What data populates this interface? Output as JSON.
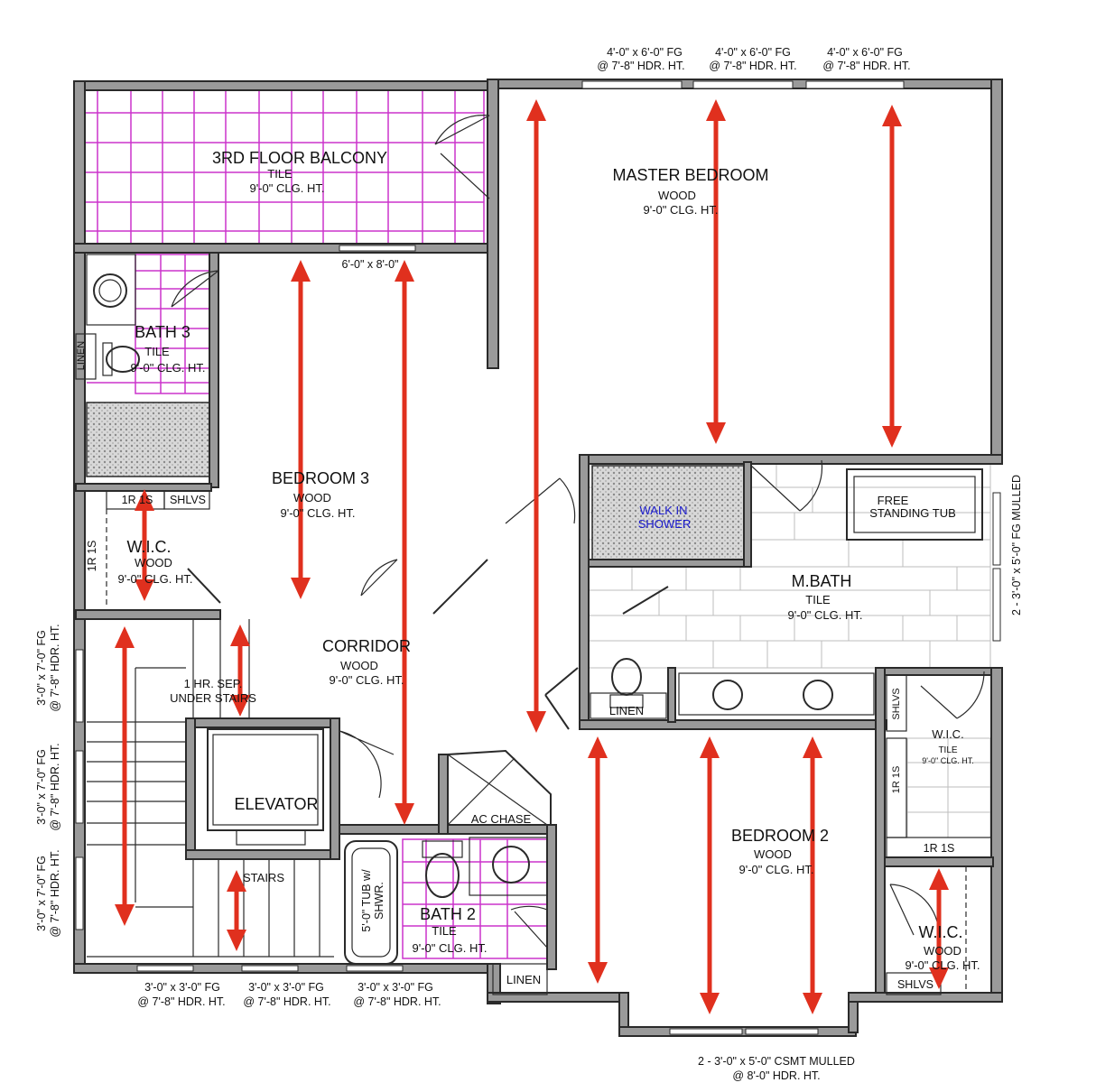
{
  "rooms": {
    "balcony": {
      "name": "3RD FLOOR BALCONY",
      "finish": "TILE",
      "ceiling": "9'-0\" CLG. HT."
    },
    "master": {
      "name": "MASTER BEDROOM",
      "finish": "WOOD",
      "ceiling": "9'-0\" CLG. HT."
    },
    "bath3": {
      "name": "BATH 3",
      "finish": "TILE",
      "ceiling": "9'-0\" CLG. HT."
    },
    "bedroom3": {
      "name": "BEDROOM 3",
      "finish": "WOOD",
      "ceiling": "9'-0\" CLG. HT."
    },
    "wic_left": {
      "name": "W.I.C.",
      "finish": "WOOD",
      "ceiling": "9'-0\" CLG. HT."
    },
    "corridor": {
      "name": "CORRIDOR",
      "finish": "WOOD",
      "ceiling": "9'-0\" CLG. HT."
    },
    "mbath": {
      "name": "M.BATH",
      "finish": "TILE",
      "ceiling": "9'-0\" CLG. HT."
    },
    "wic_mbath": {
      "name": "W.I.C.",
      "finish": "TILE",
      "ceiling": "9'-0\" CLG. HT."
    },
    "bedroom2": {
      "name": "BEDROOM 2",
      "finish": "WOOD",
      "ceiling": "9'-0\" CLG. HT."
    },
    "wic_br2": {
      "name": "W.I.C.",
      "finish": "WOOD",
      "ceiling": "9'-0\" CLG. HT."
    },
    "bath2": {
      "name": "BATH 2",
      "finish": "TILE",
      "ceiling": "9'-0\" CLG. HT."
    },
    "elevator": {
      "name": "ELEVATOR"
    }
  },
  "labels": {
    "linen_bath3": "LINEN",
    "shlvs_left": "SHLVS",
    "rs_left_top": "1R 1S",
    "rs_left_side": "1R 1S",
    "walk_in_shower_1": "WALK IN",
    "walk_in_shower_2": "SHOWER",
    "tub_1": "FREE",
    "tub_2": "STANDING TUB",
    "linen_mbath": "LINEN",
    "shlvs_mbath": "SHLVS",
    "rs_mbath": "1R 1S",
    "rs_br2": "1R 1S",
    "shlvs_br2": "SHLVS",
    "under_stairs_1": "1 HR. SEP.",
    "under_stairs_2": "UNDER STAIRS",
    "stairs": "STAIRS",
    "ac_chase": "AC CHASE",
    "tub_bath2_1": "5'-0\" TUB w/",
    "tub_bath2_2": "SHWR.",
    "linen_bath2": "LINEN",
    "door_bedroom3": "6'-0\" x 8'-0\""
  },
  "windows": {
    "top_1a": "4'-0\" x 6'-0\" FG",
    "top_1b": "@ 7'-8\" HDR. HT.",
    "top_2a": "4'-0\" x 6'-0\" FG",
    "top_2b": "@ 7'-8\" HDR. HT.",
    "top_3a": "4'-0\" x 6'-0\" FG",
    "top_3b": "@ 7'-8\" HDR. HT.",
    "right": "2 - 3'-0\" x 5'-0\" FG MULLED",
    "left_1a": "3'-0\" x 7'-0\" FG",
    "left_1b": "@ 7'-8\" HDR. HT.",
    "left_2a": "3'-0\" x 7'-0\" FG",
    "left_2b": "@ 7'-8\" HDR. HT.",
    "left_3a": "3'-0\" x 7'-0\" FG",
    "left_3b": "@ 7'-8\" HDR. HT.",
    "bottom_1a": "3'-0\" x 3'-0\" FG",
    "bottom_1b": "@ 7'-8\" HDR. HT.",
    "bottom_2a": "3'-0\" x 3'-0\" FG",
    "bottom_2b": "@ 7'-8\" HDR. HT.",
    "bottom_3a": "3'-0\" x 3'-0\" FG",
    "bottom_3b": "@ 7'-8\" HDR. HT.",
    "bottom_br2a": "2 - 3'-0\" x 5'-0\" CSMT MULLED",
    "bottom_br2b": "@ 8'-0\" HDR. HT."
  },
  "colors": {
    "wall": "#9a9a9a",
    "tile_grid": "#cc33cc",
    "arrow": "#e0301e",
    "shower_text": "#1a1acc"
  }
}
